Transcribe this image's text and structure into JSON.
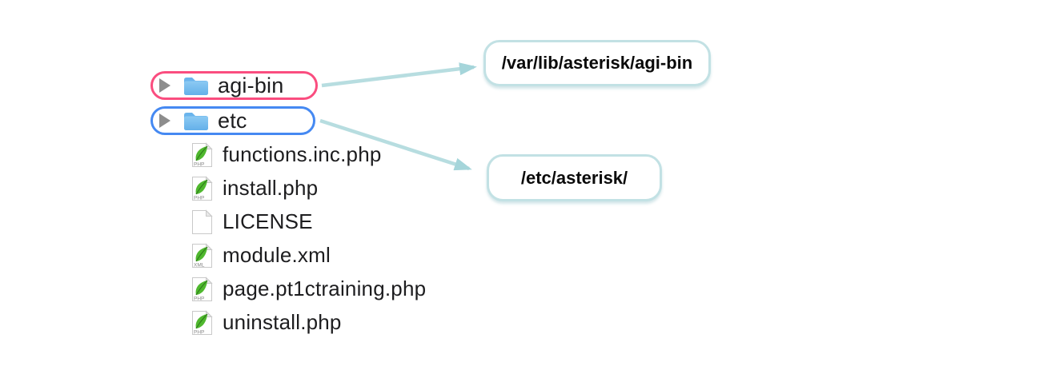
{
  "figure": {
    "description_colors": {
      "agi_bin_outline": "#fa4d7f",
      "etc_outline": "#4589f2",
      "callout_border": "#c2e1e4",
      "arrow_line": "#b7dde0",
      "arrow_head": "#a5d5da",
      "folder_blue": "#79bff0",
      "leaf_green": "#4fb82e"
    },
    "icons": {
      "disclosure": "triangle-right-icon",
      "folder": "blue-folder-icon",
      "php": "php-leaf-document-icon",
      "xml": "xml-leaf-document-icon",
      "plain": "blank-document-icon"
    }
  },
  "tree": {
    "folders": [
      {
        "name": "agi-bin"
      },
      {
        "name": "etc"
      }
    ],
    "files": [
      {
        "name": "functions.inc.php",
        "badge": "PHP"
      },
      {
        "name": "install.php",
        "badge": "PHP"
      },
      {
        "name": "LICENSE",
        "badge": ""
      },
      {
        "name": "module.xml",
        "badge": "XML"
      },
      {
        "name": "page.pt1ctraining.php",
        "badge": "PHP"
      },
      {
        "name": "uninstall.php",
        "badge": "PHP"
      }
    ]
  },
  "callouts": [
    {
      "text": "/var/lib/asterisk/agi-bin"
    },
    {
      "text": "/etc/asterisk/"
    }
  ]
}
